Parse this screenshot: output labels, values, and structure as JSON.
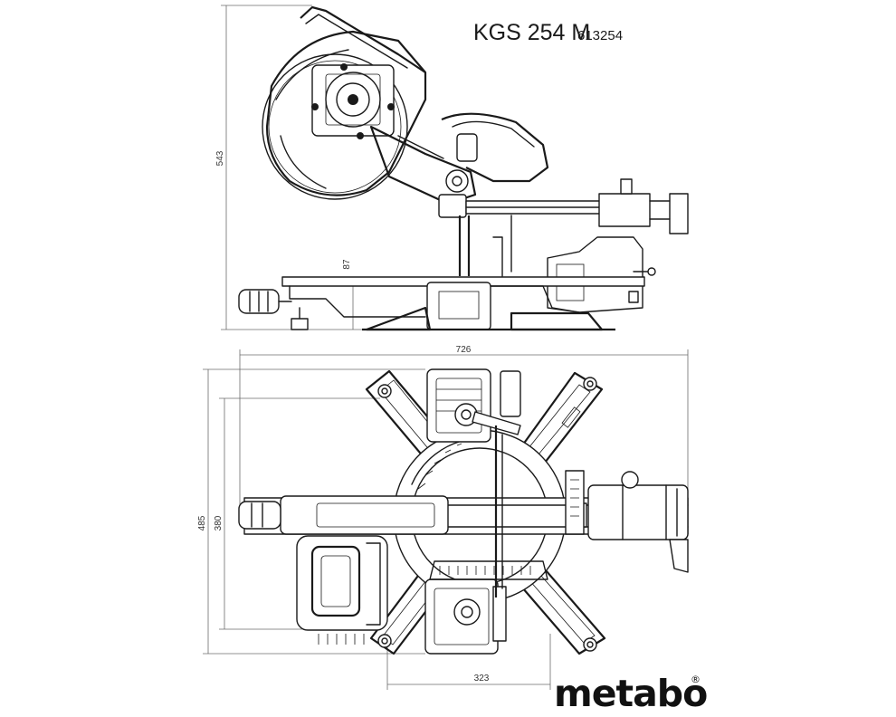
{
  "header": {
    "model": "KGS 254 M",
    "article_number": "613254"
  },
  "dimensions": {
    "height_total": "543",
    "table_height": "87",
    "width_total": "726",
    "depth_total": "485",
    "depth_inner": "380",
    "width_base": "323"
  },
  "brand": {
    "logo_text": "metabo",
    "registered_mark": "®"
  }
}
